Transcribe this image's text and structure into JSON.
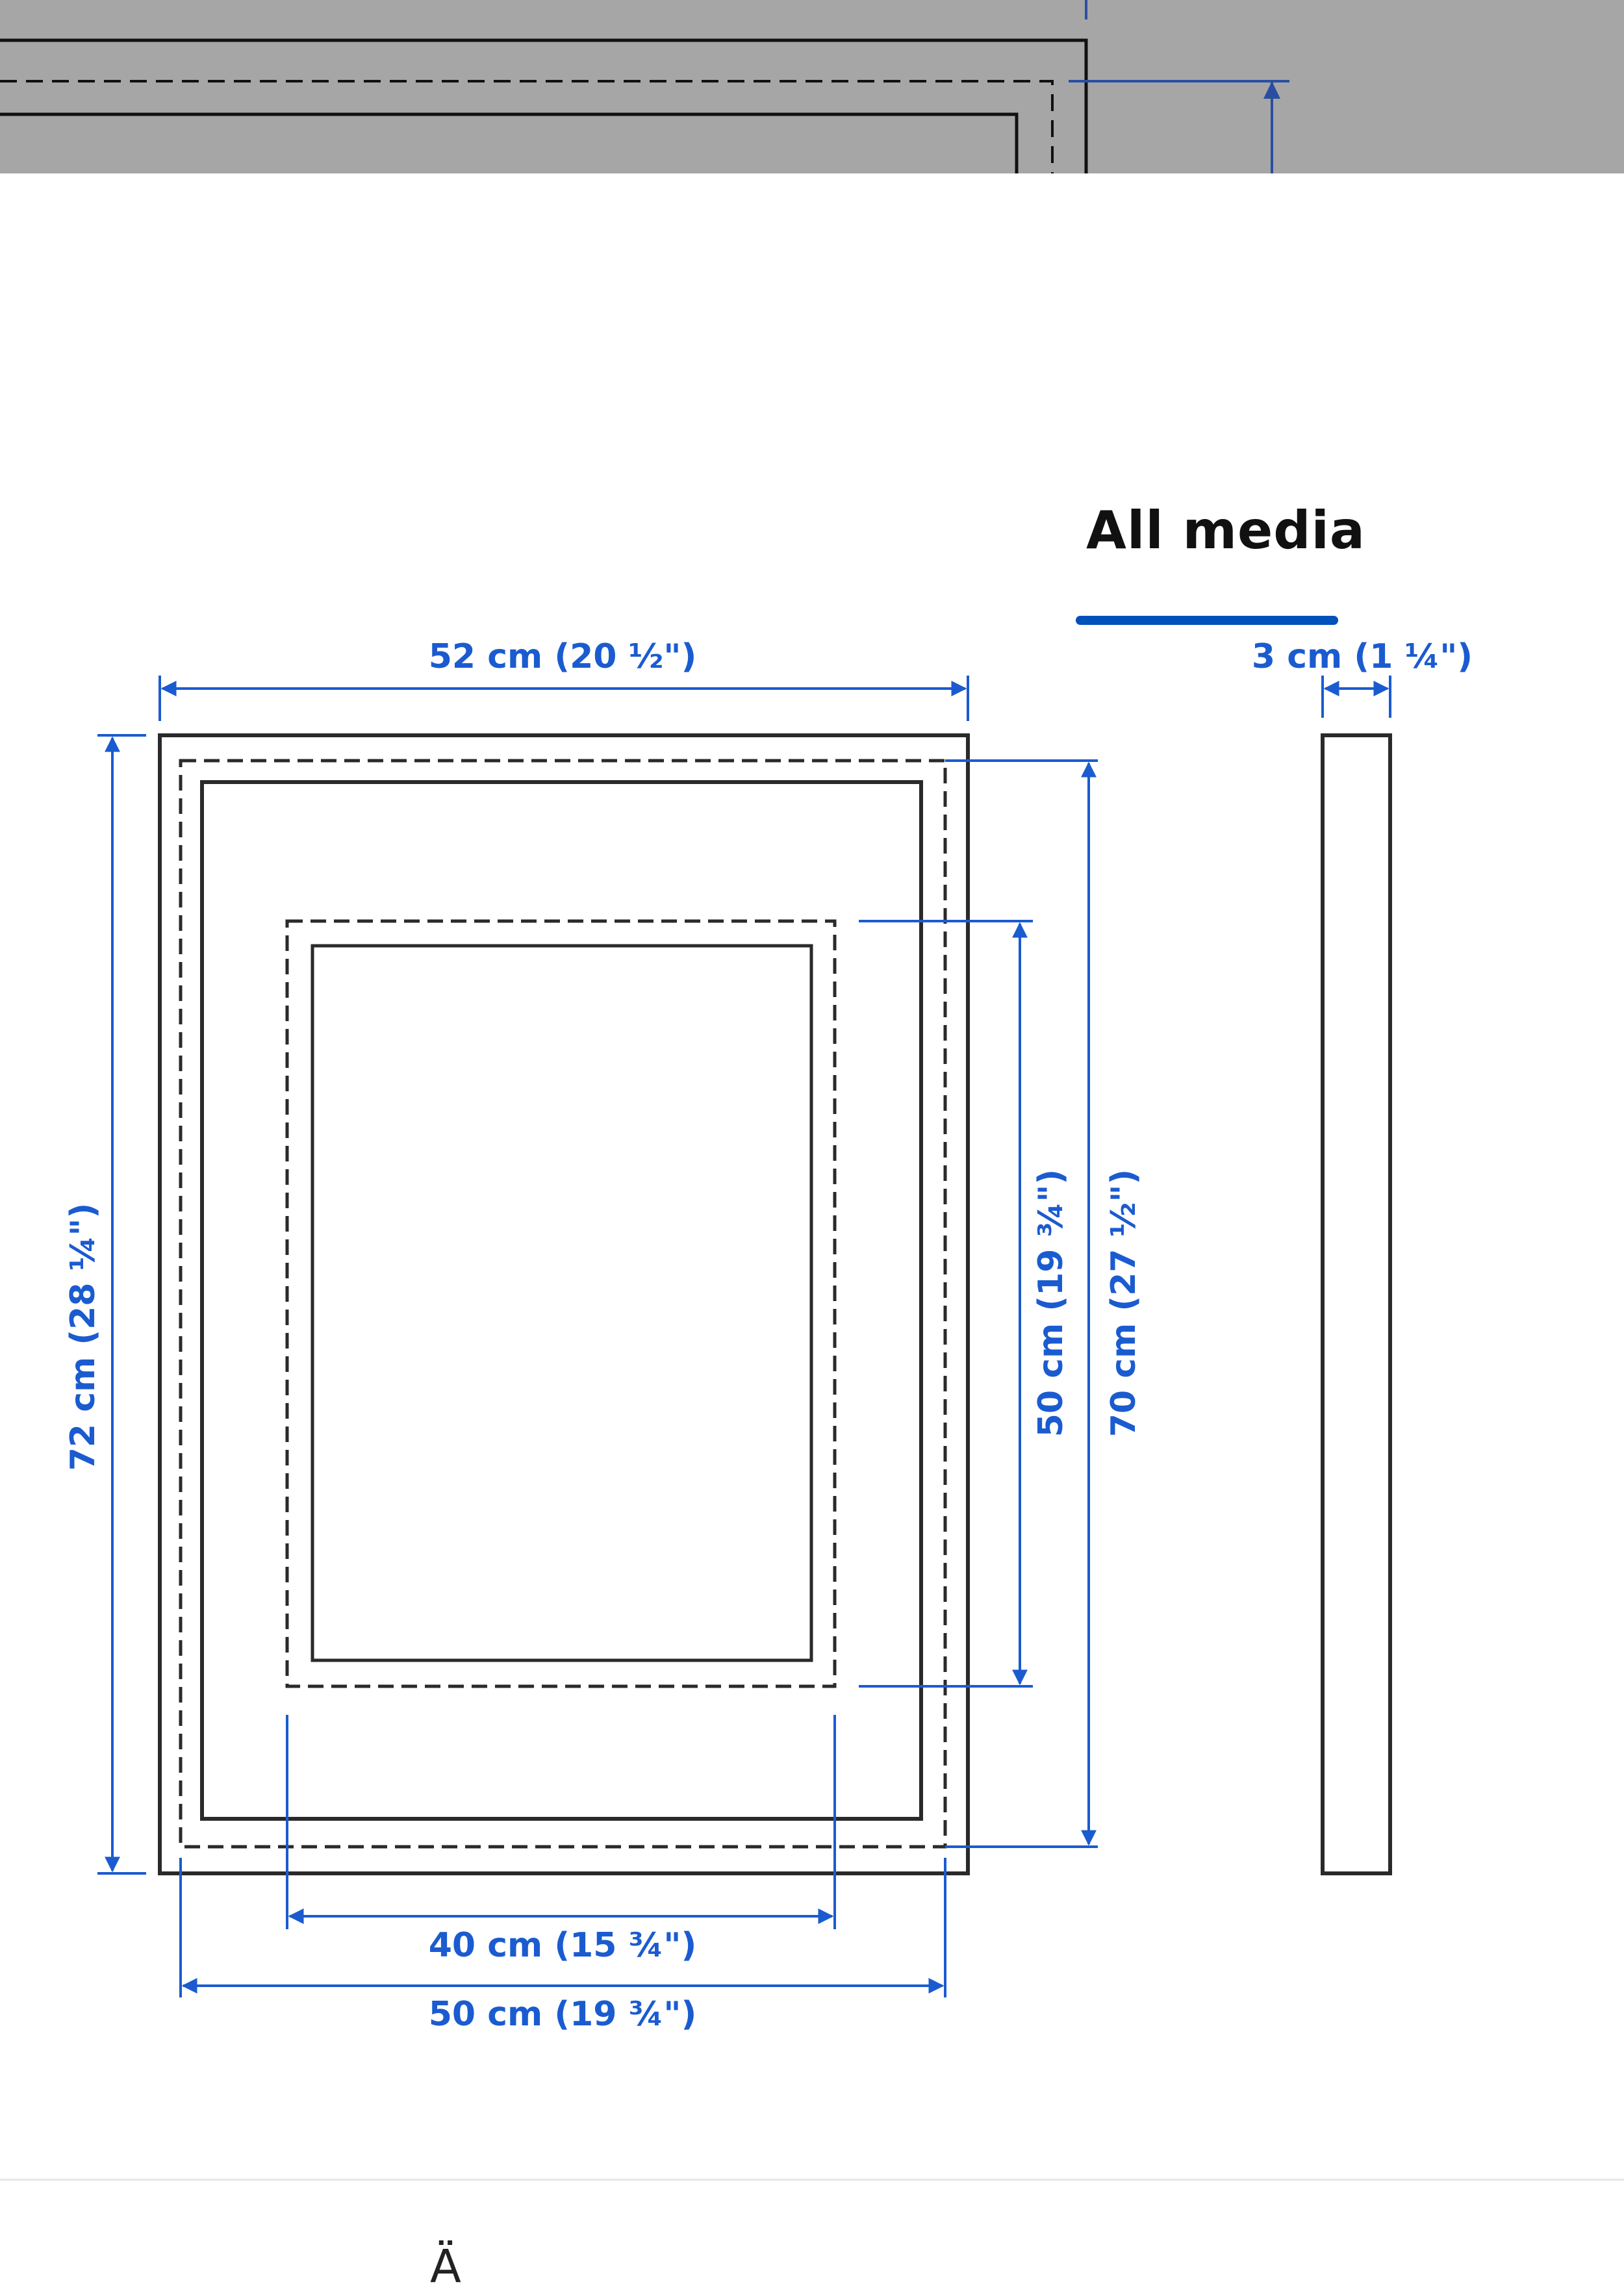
{
  "tab": {
    "label": "All media"
  },
  "colors": {
    "dimension": "#1b5bd0",
    "outline": "#2a2a2a",
    "accent": "#0051ba",
    "toolbar_bg": "#a6a6a6"
  },
  "dimensions": {
    "frame_width": "52 cm (20 ½\")",
    "frame_height": "72 cm (28 ¼\")",
    "depth": "3 cm (1 ¼\")",
    "inner_height": "70 cm (27 ½\")",
    "picture_height": "50 cm (19 ¾\")",
    "picture_width": "40 cm (15 ¾\")",
    "inner_width": "50 cm (19 ¾\")"
  },
  "footer": {
    "glyph": "Ä"
  }
}
